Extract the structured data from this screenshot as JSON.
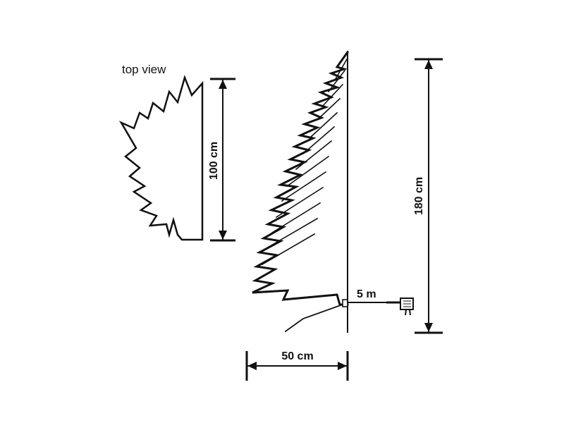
{
  "labels": {
    "top_view": "top view",
    "width_top_view": "100 cm",
    "height": "180 cm",
    "cable_length": "5 m",
    "base_width": "50 cm"
  },
  "colors": {
    "line": "#111111",
    "background": "#ffffff"
  }
}
